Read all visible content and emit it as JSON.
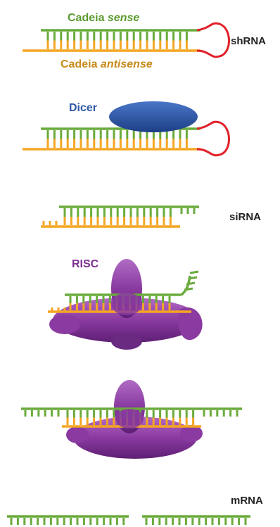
{
  "labels": {
    "sense_prefix": "Cadeia ",
    "sense_word": "sense",
    "antisense_prefix": "Cadeia ",
    "antisense_word": "antisense",
    "shrna": "shRNA",
    "dicer": "Dicer",
    "sirna": "siRNA",
    "risc": "RISC",
    "mrna": "mRNA"
  },
  "colors": {
    "sense_strand": "#6aab3c",
    "antisense_strand": "#f5a623",
    "loop": "#e2202a",
    "dicer": "#2e57a5",
    "risc": "#7f2f92",
    "sense_text": "#5a9a2e",
    "antisense_text": "#c88a1a",
    "dicer_text": "#2e57a5",
    "risc_text": "#7f2f92",
    "label_text": "#222222"
  }
}
